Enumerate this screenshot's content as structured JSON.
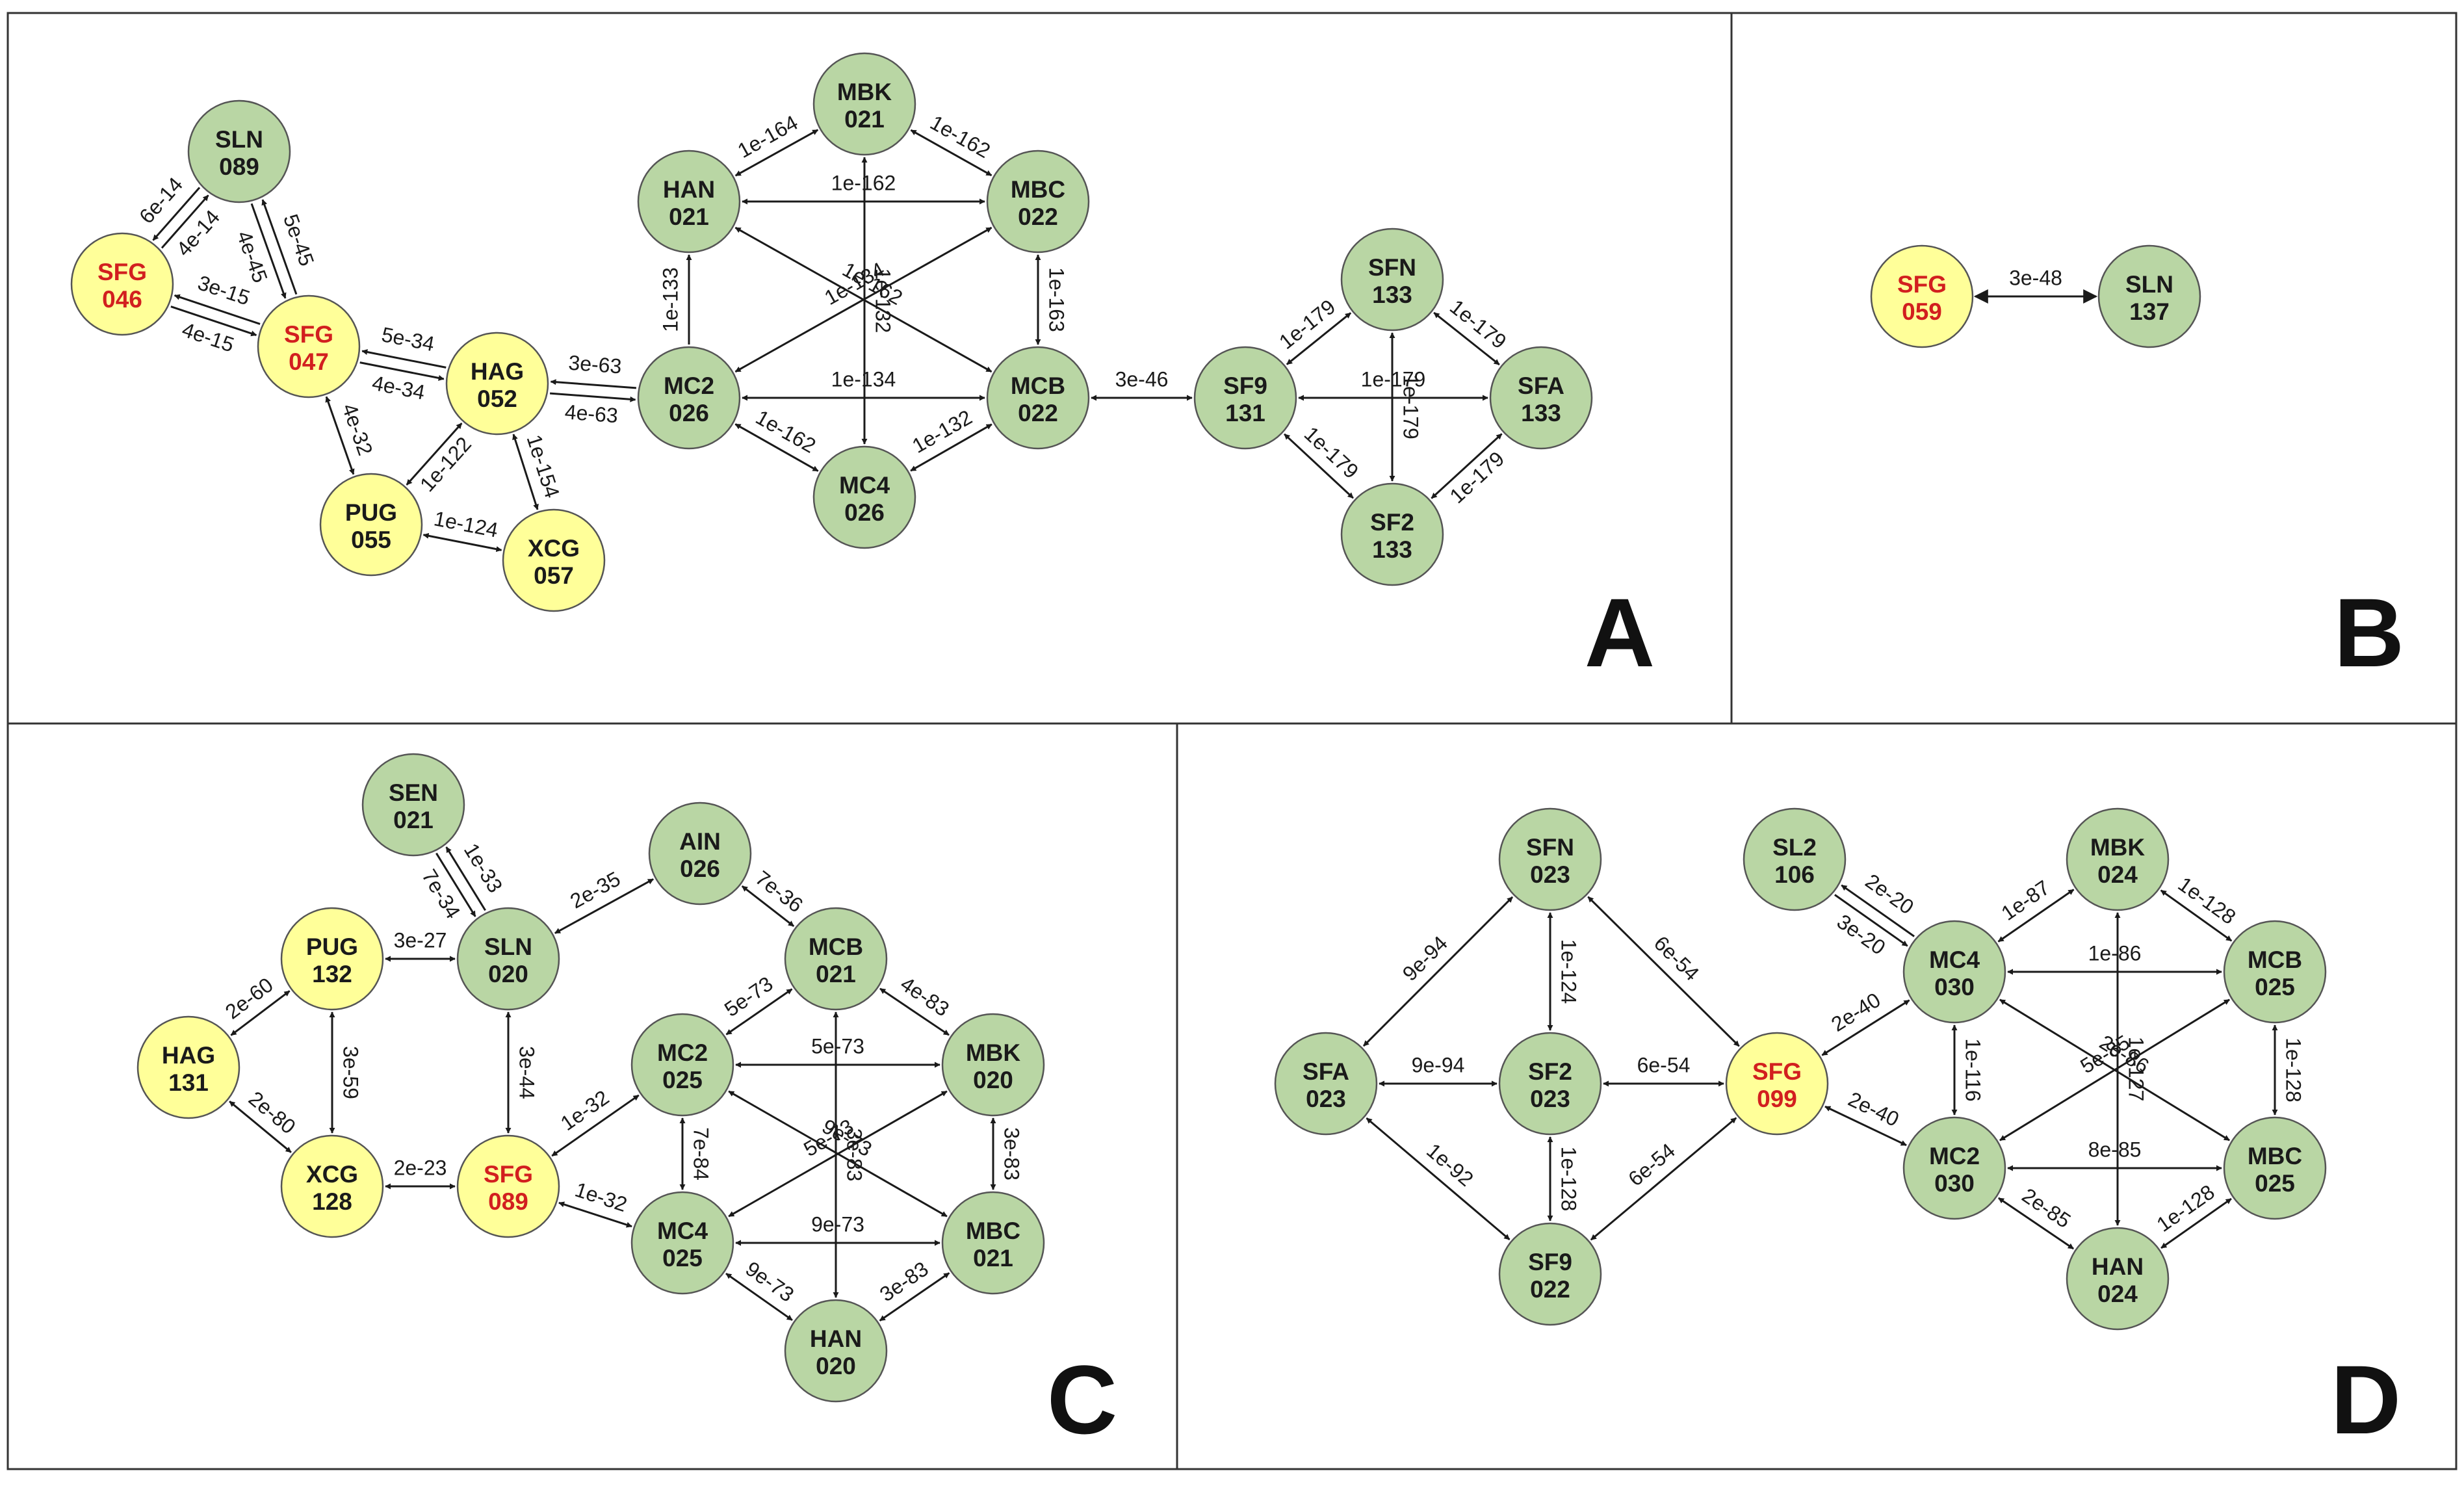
{
  "colors": {
    "green": "#b9d6a4",
    "yellow": "#ffff99",
    "red_text": "#d21f1f",
    "dark_text": "#1a1a1a",
    "edge": "#1a1a1a"
  },
  "panels": [
    {
      "letter": "A",
      "nodes": [
        {
          "id": "A-SLN089",
          "l1": "SLN",
          "l2": "089",
          "fill": "green",
          "tc": "dark"
        },
        {
          "id": "A-SFG046",
          "l1": "SFG",
          "l2": "046",
          "fill": "yellow",
          "tc": "red"
        },
        {
          "id": "A-SFG047",
          "l1": "SFG",
          "l2": "047",
          "fill": "yellow",
          "tc": "red"
        },
        {
          "id": "A-HAG052",
          "l1": "HAG",
          "l2": "052",
          "fill": "yellow",
          "tc": "dark"
        },
        {
          "id": "A-PUG055",
          "l1": "PUG",
          "l2": "055",
          "fill": "yellow",
          "tc": "dark"
        },
        {
          "id": "A-XCG057",
          "l1": "XCG",
          "l2": "057",
          "fill": "yellow",
          "tc": "dark"
        },
        {
          "id": "A-MC2026",
          "l1": "MC2",
          "l2": "026",
          "fill": "green",
          "tc": "dark"
        },
        {
          "id": "A-HAN021",
          "l1": "HAN",
          "l2": "021",
          "fill": "green",
          "tc": "dark"
        },
        {
          "id": "A-MBK021",
          "l1": "MBK",
          "l2": "021",
          "fill": "green",
          "tc": "dark"
        },
        {
          "id": "A-MBC022",
          "l1": "MBC",
          "l2": "022",
          "fill": "green",
          "tc": "dark"
        },
        {
          "id": "A-MCB022",
          "l1": "MCB",
          "l2": "022",
          "fill": "green",
          "tc": "dark"
        },
        {
          "id": "A-MC4026",
          "l1": "MC4",
          "l2": "026",
          "fill": "green",
          "tc": "dark"
        },
        {
          "id": "A-SF9131",
          "l1": "SF9",
          "l2": "131",
          "fill": "green",
          "tc": "dark"
        },
        {
          "id": "A-SFN133",
          "l1": "SFN",
          "l2": "133",
          "fill": "green",
          "tc": "dark"
        },
        {
          "id": "A-SFA133",
          "l1": "SFA",
          "l2": "133",
          "fill": "green",
          "tc": "dark"
        },
        {
          "id": "A-SF2133",
          "l1": "SF2",
          "l2": "133",
          "fill": "green",
          "tc": "dark"
        }
      ],
      "edges": [
        {
          "a": "A-SFG046",
          "b": "A-SLN089",
          "label": "6e-14",
          "label2": "4e-14",
          "type": "double"
        },
        {
          "a": "A-SFG046",
          "b": "A-SFG047",
          "label": "3e-15",
          "label2": "4e-15",
          "type": "double"
        },
        {
          "a": "A-SLN089",
          "b": "A-SFG047",
          "label": "5e-45",
          "label2": "4e-45",
          "type": "double"
        },
        {
          "a": "A-SFG047",
          "b": "A-HAG052",
          "label": "5e-34",
          "label2": "4e-34",
          "type": "double"
        },
        {
          "a": "A-SFG047",
          "b": "A-PUG055",
          "label": "4e-32",
          "type": "bi"
        },
        {
          "a": "A-HAG052",
          "b": "A-PUG055",
          "label": "1e-122",
          "type": "bi"
        },
        {
          "a": "A-HAG052",
          "b": "A-XCG057",
          "label": "1e-154",
          "type": "bi"
        },
        {
          "a": "A-PUG055",
          "b": "A-XCG057",
          "label": "1e-124",
          "type": "bi"
        },
        {
          "a": "A-HAG052",
          "b": "A-MC2026",
          "label": "3e-63",
          "label2": "4e-63",
          "type": "double"
        },
        {
          "a": "A-MC2026",
          "b": "A-HAN021",
          "label": "1e-133",
          "type": "uni"
        },
        {
          "a": "A-HAN021",
          "b": "A-MBK021",
          "label": "1e-164",
          "type": "bi"
        },
        {
          "a": "A-MBK021",
          "b": "A-MBC022",
          "label": "1e-162",
          "type": "bi"
        },
        {
          "a": "A-HAN021",
          "b": "A-MBC022",
          "label": "1e-162",
          "type": "bi"
        },
        {
          "a": "A-MBK021",
          "b": "A-MC4026",
          "label": "1e-132",
          "type": "bi"
        },
        {
          "a": "A-MC2026",
          "b": "A-MBC022",
          "label": "1e-134",
          "type": "bi"
        },
        {
          "a": "A-HAN021",
          "b": "A-MCB022",
          "label": "1e-162",
          "type": "bi"
        },
        {
          "a": "A-MBC022",
          "b": "A-MCB022",
          "label": "1e-163",
          "type": "bi"
        },
        {
          "a": "A-MC2026",
          "b": "A-MCB022",
          "label": "1e-134",
          "type": "bi"
        },
        {
          "a": "A-MC2026",
          "b": "A-MC4026",
          "label": "1e-162",
          "type": "bi"
        },
        {
          "a": "A-MC4026",
          "b": "A-MCB022",
          "label": "1e-132",
          "type": "bi"
        },
        {
          "a": "A-MCB022",
          "b": "A-SF9131",
          "label": "3e-46",
          "type": "bi"
        },
        {
          "a": "A-SF9131",
          "b": "A-SFN133",
          "label": "1e-179",
          "type": "bi"
        },
        {
          "a": "A-SFN133",
          "b": "A-SFA133",
          "label": "1e-179",
          "type": "bi"
        },
        {
          "a": "A-SF9131",
          "b": "A-SFA133",
          "label": "1e-179",
          "type": "bi"
        },
        {
          "a": "A-SFN133",
          "b": "A-SF2133",
          "label": "1e-179",
          "type": "bi"
        },
        {
          "a": "A-SF9131",
          "b": "A-SF2133",
          "label": "1e-179",
          "type": "bi"
        },
        {
          "a": "A-SFA133",
          "b": "A-SF2133",
          "label": "1e-179",
          "type": "bi"
        }
      ]
    },
    {
      "letter": "B",
      "nodes": [
        {
          "id": "B-SFG059",
          "l1": "SFG",
          "l2": "059",
          "fill": "yellow",
          "tc": "red"
        },
        {
          "id": "B-SLN137",
          "l1": "SLN",
          "l2": "137",
          "fill": "green",
          "tc": "dark"
        }
      ],
      "edges": [
        {
          "a": "B-SFG059",
          "b": "B-SLN137",
          "label": "3e-48",
          "type": "bi"
        }
      ]
    },
    {
      "letter": "C",
      "nodes": [
        {
          "id": "C-SEN021",
          "l1": "SEN",
          "l2": "021",
          "fill": "green",
          "tc": "dark"
        },
        {
          "id": "C-AIN026",
          "l1": "AIN",
          "l2": "026",
          "fill": "green",
          "tc": "dark"
        },
        {
          "id": "C-SLN020",
          "l1": "SLN",
          "l2": "020",
          "fill": "green",
          "tc": "dark"
        },
        {
          "id": "C-PUG132",
          "l1": "PUG",
          "l2": "132",
          "fill": "yellow",
          "tc": "dark"
        },
        {
          "id": "C-HAG131",
          "l1": "HAG",
          "l2": "131",
          "fill": "yellow",
          "tc": "dark"
        },
        {
          "id": "C-XCG128",
          "l1": "XCG",
          "l2": "128",
          "fill": "yellow",
          "tc": "dark"
        },
        {
          "id": "C-SFG089",
          "l1": "SFG",
          "l2": "089",
          "fill": "yellow",
          "tc": "red"
        },
        {
          "id": "C-MCB021",
          "l1": "MCB",
          "l2": "021",
          "fill": "green",
          "tc": "dark"
        },
        {
          "id": "C-MC2025",
          "l1": "MC2",
          "l2": "025",
          "fill": "green",
          "tc": "dark"
        },
        {
          "id": "C-MBK020",
          "l1": "MBK",
          "l2": "020",
          "fill": "green",
          "tc": "dark"
        },
        {
          "id": "C-MC4025",
          "l1": "MC4",
          "l2": "025",
          "fill": "green",
          "tc": "dark"
        },
        {
          "id": "C-MBC021",
          "l1": "MBC",
          "l2": "021",
          "fill": "green",
          "tc": "dark"
        },
        {
          "id": "C-HAN020",
          "l1": "HAN",
          "l2": "020",
          "fill": "green",
          "tc": "dark"
        }
      ],
      "edges": [
        {
          "a": "C-SEN021",
          "b": "C-SLN020",
          "label": "1e-33",
          "label2": "7e-34",
          "type": "double"
        },
        {
          "a": "C-SLN020",
          "b": "C-AIN026",
          "label": "2e-35",
          "type": "bi"
        },
        {
          "a": "C-PUG132",
          "b": "C-SLN020",
          "label": "3e-27",
          "type": "bi"
        },
        {
          "a": "C-HAG131",
          "b": "C-PUG132",
          "label": "2e-60",
          "type": "bi"
        },
        {
          "a": "C-PUG132",
          "b": "C-XCG128",
          "label": "3e-59",
          "type": "bi"
        },
        {
          "a": "C-HAG131",
          "b": "C-XCG128",
          "label": "2e-80",
          "type": "bi"
        },
        {
          "a": "C-XCG128",
          "b": "C-SFG089",
          "label": "2e-23",
          "type": "bi"
        },
        {
          "a": "C-SLN020",
          "b": "C-SFG089",
          "label": "3e-44",
          "type": "bi"
        },
        {
          "a": "C-AIN026",
          "b": "C-MCB021",
          "label": "7e-36",
          "type": "bi"
        },
        {
          "a": "C-SFG089",
          "b": "C-MC2025",
          "label": "1e-32",
          "type": "bi"
        },
        {
          "a": "C-SFG089",
          "b": "C-MC4025",
          "label": "1e-32",
          "type": "bi"
        },
        {
          "a": "C-MC2025",
          "b": "C-MCB021",
          "label": "5e-73",
          "type": "bi"
        },
        {
          "a": "C-MCB021",
          "b": "C-MBK020",
          "label": "4e-83",
          "type": "bi"
        },
        {
          "a": "C-MC2025",
          "b": "C-MBK020",
          "label": "5e-73",
          "type": "bi"
        },
        {
          "a": "C-MC2025",
          "b": "C-MC4025",
          "label": "7e-84",
          "type": "bi"
        },
        {
          "a": "C-MCB021",
          "b": "C-HAN020",
          "label": "3e-83",
          "type": "bi"
        },
        {
          "a": "C-MC4025",
          "b": "C-MBK020",
          "label": "5e-73",
          "type": "bi"
        },
        {
          "a": "C-MC2025",
          "b": "C-MBC021",
          "label": "9e-73",
          "type": "bi"
        },
        {
          "a": "C-MBK020",
          "b": "C-MBC021",
          "label": "3e-83",
          "type": "bi"
        },
        {
          "a": "C-MC4025",
          "b": "C-MBC021",
          "label": "9e-73",
          "type": "bi"
        },
        {
          "a": "C-MC4025",
          "b": "C-HAN020",
          "label": "9e-73",
          "type": "bi"
        },
        {
          "a": "C-HAN020",
          "b": "C-MBC021",
          "label": "3e-83",
          "type": "bi"
        }
      ]
    },
    {
      "letter": "D",
      "nodes": [
        {
          "id": "D-SFN023",
          "l1": "SFN",
          "l2": "023",
          "fill": "green",
          "tc": "dark"
        },
        {
          "id": "D-SFA023",
          "l1": "SFA",
          "l2": "023",
          "fill": "green",
          "tc": "dark"
        },
        {
          "id": "D-SF2023",
          "l1": "SF2",
          "l2": "023",
          "fill": "green",
          "tc": "dark"
        },
        {
          "id": "D-SF9022",
          "l1": "SF9",
          "l2": "022",
          "fill": "green",
          "tc": "dark"
        },
        {
          "id": "D-SFG099",
          "l1": "SFG",
          "l2": "099",
          "fill": "yellow",
          "tc": "red"
        },
        {
          "id": "D-SL2106",
          "l1": "SL2",
          "l2": "106",
          "fill": "green",
          "tc": "dark"
        },
        {
          "id": "D-MC4030",
          "l1": "MC4",
          "l2": "030",
          "fill": "green",
          "tc": "dark"
        },
        {
          "id": "D-MBK024",
          "l1": "MBK",
          "l2": "024",
          "fill": "green",
          "tc": "dark"
        },
        {
          "id": "D-MCB025",
          "l1": "MCB",
          "l2": "025",
          "fill": "green",
          "tc": "dark"
        },
        {
          "id": "D-MC2030",
          "l1": "MC2",
          "l2": "030",
          "fill": "green",
          "tc": "dark"
        },
        {
          "id": "D-MBC025",
          "l1": "MBC",
          "l2": "025",
          "fill": "green",
          "tc": "dark"
        },
        {
          "id": "D-HAN024",
          "l1": "HAN",
          "l2": "024",
          "fill": "green",
          "tc": "dark"
        }
      ],
      "edges": [
        {
          "a": "D-SFA023",
          "b": "D-SFN023",
          "label": "9e-94",
          "type": "bi"
        },
        {
          "a": "D-SFN023",
          "b": "D-SF2023",
          "label": "1e-124",
          "type": "bi"
        },
        {
          "a": "D-SFN023",
          "b": "D-SFG099",
          "label": "6e-54",
          "type": "bi"
        },
        {
          "a": "D-SFA023",
          "b": "D-SF2023",
          "label": "9e-94",
          "type": "bi"
        },
        {
          "a": "D-SF2023",
          "b": "D-SFG099",
          "label": "6e-54",
          "type": "bi"
        },
        {
          "a": "D-SFA023",
          "b": "D-SF9022",
          "label": "1e-92",
          "type": "bi"
        },
        {
          "a": "D-SF2023",
          "b": "D-SF9022",
          "label": "1e-128",
          "type": "bi"
        },
        {
          "a": "D-SF9022",
          "b": "D-SFG099",
          "label": "6e-54",
          "type": "bi"
        },
        {
          "a": "D-SFG099",
          "b": "D-MC4030",
          "label": "2e-40",
          "type": "bi"
        },
        {
          "a": "D-SFG099",
          "b": "D-MC2030",
          "label": "2e-40",
          "type": "bi"
        },
        {
          "a": "D-SL2106",
          "b": "D-MC4030",
          "label": "2e-20",
          "label2": "3e-20",
          "type": "double"
        },
        {
          "a": "D-MC4030",
          "b": "D-MBK024",
          "label": "1e-87",
          "type": "bi"
        },
        {
          "a": "D-MBK024",
          "b": "D-MCB025",
          "label": "1e-128",
          "type": "bi"
        },
        {
          "a": "D-MC4030",
          "b": "D-MCB025",
          "label": "1e-86",
          "type": "bi"
        },
        {
          "a": "D-MC4030",
          "b": "D-MC2030",
          "label": "1e-116",
          "type": "bi"
        },
        {
          "a": "D-MBK024",
          "b": "D-HAN024",
          "label": "1e-127",
          "type": "bi"
        },
        {
          "a": "D-MC2030",
          "b": "D-MCB025",
          "label": "5e-85",
          "type": "bi"
        },
        {
          "a": "D-MC4030",
          "b": "D-MBC025",
          "label": "2e-86",
          "type": "bi"
        },
        {
          "a": "D-MCB025",
          "b": "D-MBC025",
          "label": "1e-128",
          "type": "bi"
        },
        {
          "a": "D-MC2030",
          "b": "D-MBC025",
          "label": "8e-85",
          "type": "bi"
        },
        {
          "a": "D-MC2030",
          "b": "D-HAN024",
          "label": "2e-85",
          "type": "bi"
        },
        {
          "a": "D-HAN024",
          "b": "D-MBC025",
          "label": "1e-128",
          "type": "bi"
        }
      ]
    }
  ]
}
